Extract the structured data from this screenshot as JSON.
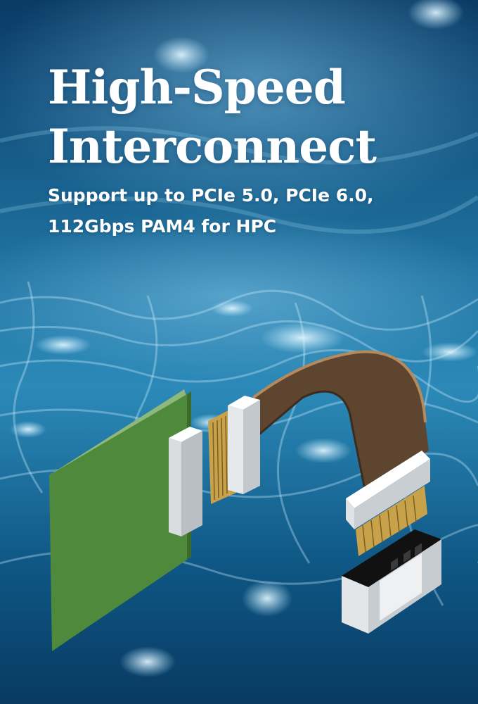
{
  "banner": {
    "headline": [
      "High-Speed",
      "Interconnect"
    ],
    "subheadline": [
      "Support up to PCIe 5.0, PCIe 6.0,",
      "112Gbps PAM4 for HPC"
    ]
  },
  "colors": {
    "background": "#0b3f6a",
    "accent_light": "#bfeaff",
    "pcb_green": "#4f8a3c",
    "cable_brown": "#5e4530",
    "gold_contacts": "#c7a24a",
    "connector_white": "#e9ecee",
    "connector_black": "#111111"
  },
  "illustration": {
    "items": [
      "pcb-board",
      "edge-connector",
      "flex-cable",
      "cable-connector-top",
      "cable-connector-bottom",
      "socket"
    ]
  }
}
